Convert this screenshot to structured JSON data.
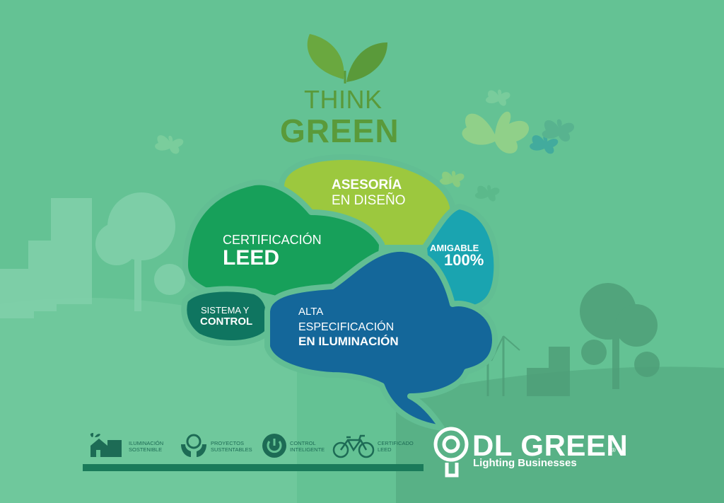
{
  "headline": {
    "line1": "THINK",
    "line2": "GREEN"
  },
  "brain": {
    "asesoria": {
      "line1": "ASESORÍA",
      "line2": "EN DISEÑO"
    },
    "certificacion": {
      "line1": "CERTIFICACIÓN",
      "line2": "LEED"
    },
    "amigable": {
      "line1": "AMIGABLE",
      "line2": "100%"
    },
    "sistema": {
      "line1": "SISTEMA Y",
      "line2": "CONTROL"
    },
    "alta": {
      "line1": "ALTA",
      "line2": "ESPECIFICACIÓN",
      "line3": "EN ILUMINACIÓN"
    }
  },
  "legend": [
    {
      "icon": "house-icon",
      "line1": "ILUMINACIÓN",
      "line2": "SOSTENIBLE"
    },
    {
      "icon": "hands-bulb-icon",
      "line1": "PROYECTOS",
      "line2": "SUSTENTABLES"
    },
    {
      "icon": "power-icon",
      "line1": "CONTROL",
      "line2": "INTELIGENTE"
    },
    {
      "icon": "bicycle-icon",
      "line1": "CERTIFICADO",
      "line2": "LEED"
    }
  ],
  "brand": {
    "name": "DL GREEN",
    "registered": "®",
    "tagline": "Lighting Businesses"
  },
  "colors": {
    "background": "#64c294",
    "leaf": "#5a9a3a",
    "lime": "#9cc83e",
    "green": "#17a05a",
    "teal": "#1aa4b0",
    "darkteal": "#0f7560",
    "blue": "#14679a",
    "stroke": "#62be93"
  }
}
